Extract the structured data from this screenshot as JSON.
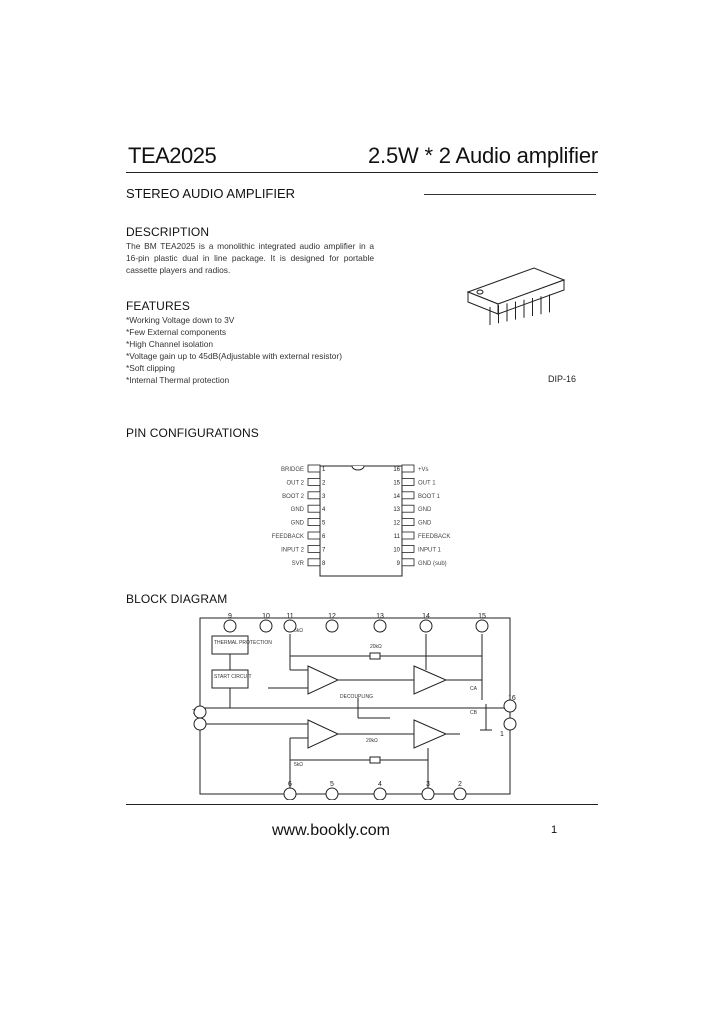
{
  "header": {
    "part_number": "TEA2025",
    "title": "2.5W * 2  Audio amplifier"
  },
  "subtitle": "STEREO AUDIO AMPLIFIER",
  "description": {
    "heading": "DESCRIPTION",
    "text": "The BM TEA2025 is a monolithic integrated audio amplifier in a 16-pin plastic dual in line package. It is designed for portable cassette players and radios."
  },
  "features": {
    "heading": "FEATURES",
    "items": [
      "*Working Voltage down to 3V",
      "*Few External components",
      "*High Channel isolation",
      "*Voltage gain up to 45dB(Adjustable with external resistor)",
      "*Soft clipping",
      "*Internal Thermal protection"
    ]
  },
  "package": {
    "label": "DIP-16"
  },
  "pin_configurations": {
    "heading": "PIN CONFIGURATIONS",
    "left_pins": [
      {
        "num": "1",
        "name": "BRIDGE"
      },
      {
        "num": "2",
        "name": "OUT 2"
      },
      {
        "num": "3",
        "name": "BOOT 2"
      },
      {
        "num": "4",
        "name": "GND"
      },
      {
        "num": "5",
        "name": "GND"
      },
      {
        "num": "6",
        "name": "FEEDBACK"
      },
      {
        "num": "7",
        "name": "INPUT 2"
      },
      {
        "num": "8",
        "name": "SVR"
      }
    ],
    "right_pins": [
      {
        "num": "16",
        "name": "+Vs"
      },
      {
        "num": "15",
        "name": "OUT 1"
      },
      {
        "num": "14",
        "name": "BOOT 1"
      },
      {
        "num": "13",
        "name": "GND"
      },
      {
        "num": "12",
        "name": "GND"
      },
      {
        "num": "11",
        "name": "FEEDBACK"
      },
      {
        "num": "10",
        "name": "INPUT 1"
      },
      {
        "num": "9",
        "name": "GND (sub)"
      }
    ]
  },
  "block_diagram": {
    "heading": "BLOCK DIAGRAM",
    "top_pins": [
      "9",
      "10",
      "11",
      "12",
      "13",
      "14",
      "15"
    ],
    "bottom_pins": [
      "7",
      "6",
      "5",
      "4",
      "3",
      "2"
    ],
    "side_pins": [
      "16",
      "1"
    ],
    "labels": {
      "thermal": "THERMAL PROTECTION",
      "start": "START CIRCUIT",
      "decoupling": "DECOUPLING",
      "r1": "5kΩ",
      "r2": "20kΩ",
      "r3": "20kΩ",
      "r4": "5kΩ",
      "c1": "CA",
      "c2": "CB"
    }
  },
  "footer": {
    "url": "www.bookly.com",
    "page": "1"
  }
}
